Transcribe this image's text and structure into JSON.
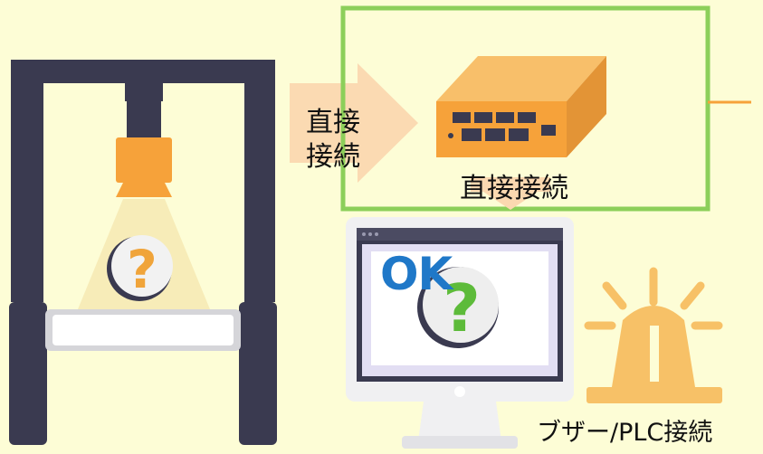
{
  "labels": {
    "arrow_line1": "直接",
    "arrow_line2": "接続",
    "box_connection": "直接接続",
    "buzzer_plc": "ブザー/PLC接続",
    "screen_result": "OK"
  },
  "colors": {
    "background": "#fdfdd6",
    "frame": "#3a3a50",
    "camera": "#f6a23a",
    "green_box_border": "#8ccf5a",
    "ok_text": "#1f78c8",
    "alert_light": "#f7c167"
  },
  "icons": {
    "camera": "camera-icon",
    "switch": "network-switch-icon",
    "monitor": "monitor-icon",
    "alarm": "warning-light-icon",
    "unknown": "question-mark-icon"
  }
}
